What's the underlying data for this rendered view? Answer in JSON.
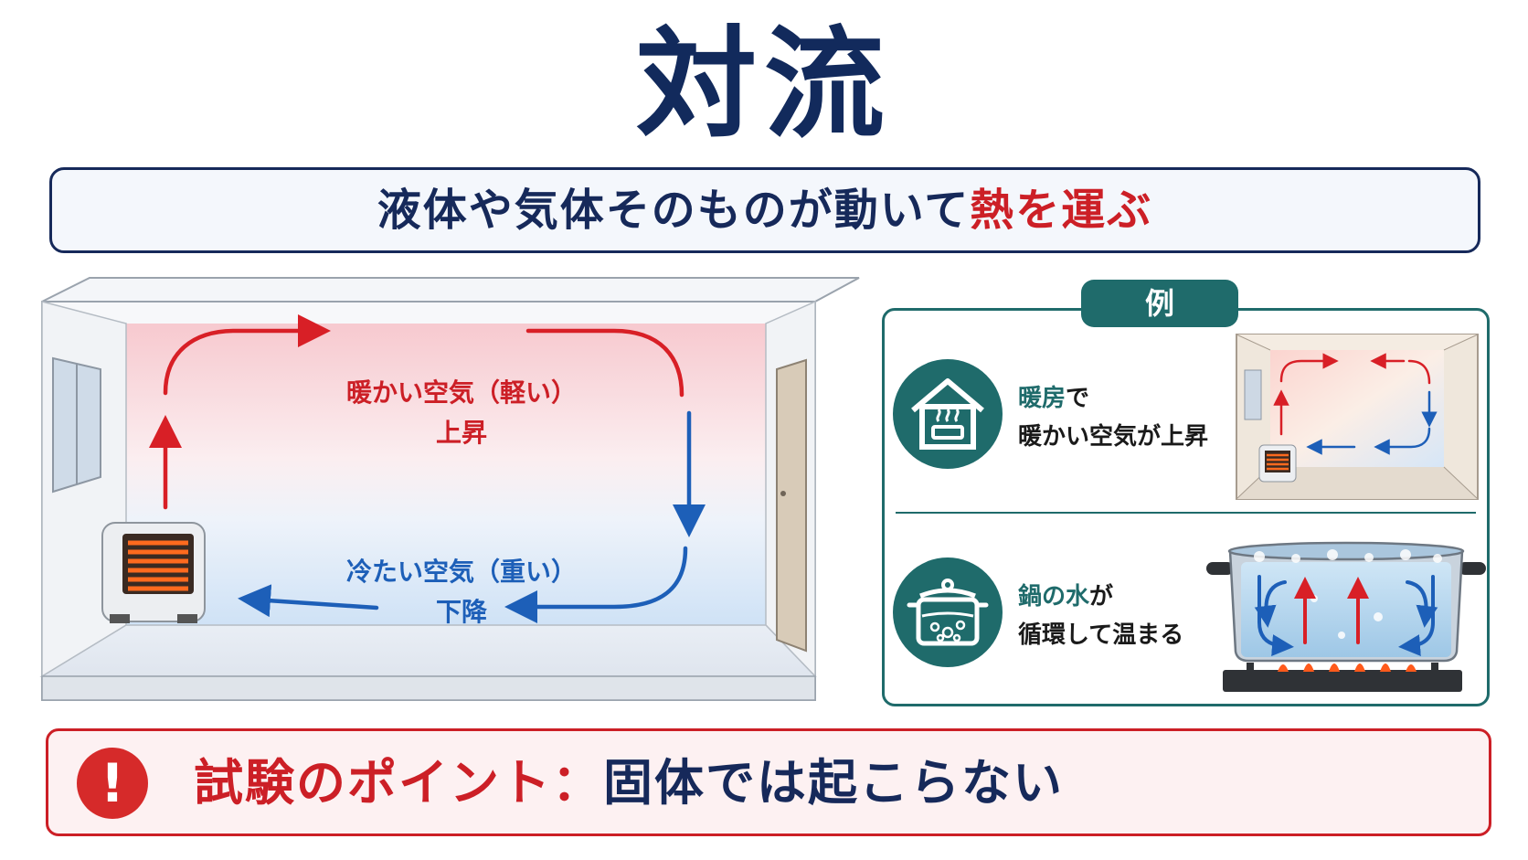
{
  "title": "対流",
  "definition": {
    "text_main": "液体や気体そのものが動いて",
    "text_highlight": "熱を運ぶ"
  },
  "room": {
    "warm_line1": "暖かい空気（軽い）",
    "warm_line2": "上昇",
    "cold_line1": "冷たい空気（重い）",
    "cold_line2": "下降"
  },
  "examples": {
    "tag": "例",
    "heater": {
      "accent": "暖房",
      "line1_rest": "で",
      "line2": "暖かい空気が上昇",
      "icon": "house-heating-icon"
    },
    "pot": {
      "accent": "鍋の水",
      "line1_rest": "が",
      "line2": "循環して温まる",
      "icon": "boiling-pot-icon"
    }
  },
  "exam_point": {
    "label": "試験のポイント：",
    "text": "固体では起こらない",
    "icon": "exclamation-icon"
  },
  "colors": {
    "navy": "#16295a",
    "red": "#cc1f26",
    "blue": "#1d5fb8",
    "teal": "#1f6b6b"
  }
}
